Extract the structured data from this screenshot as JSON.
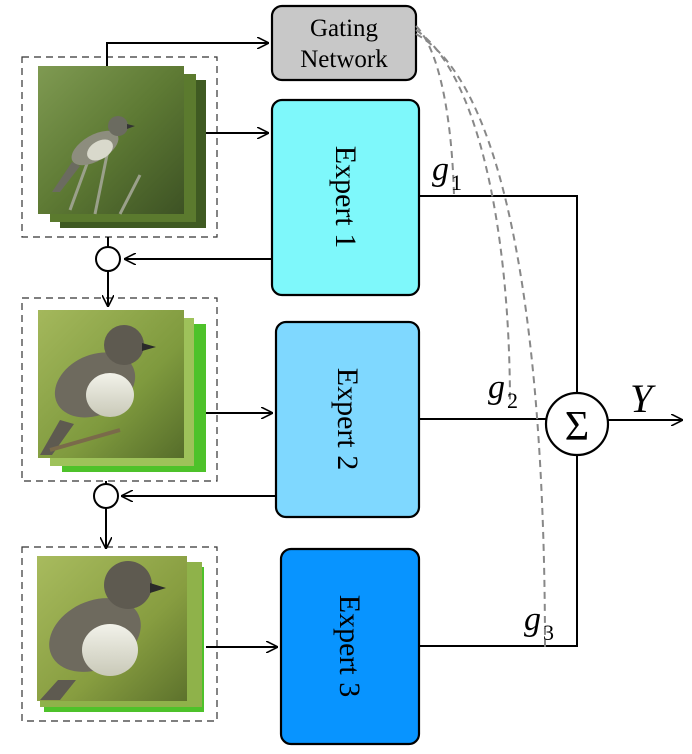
{
  "gating": {
    "line1": "Gating",
    "line2": "Network",
    "fill": "#c8c8c8"
  },
  "experts": [
    {
      "label": "Expert 1",
      "fill": "#7ef8fb"
    },
    {
      "label": "Expert 2",
      "fill": "#7fd8ff"
    },
    {
      "label": "Expert 3",
      "fill": "#0894ff"
    }
  ],
  "gates": [
    {
      "base": "g",
      "sub": "1"
    },
    {
      "base": "g",
      "sub": "2"
    },
    {
      "base": "g",
      "sub": "3"
    }
  ],
  "sum": {
    "symbol": "Σ"
  },
  "output": {
    "label": "Y"
  },
  "images": [
    {
      "subject": "bird-photo-full"
    },
    {
      "subject": "bird-photo-zoom"
    },
    {
      "subject": "bird-photo-zoom-more"
    }
  ]
}
